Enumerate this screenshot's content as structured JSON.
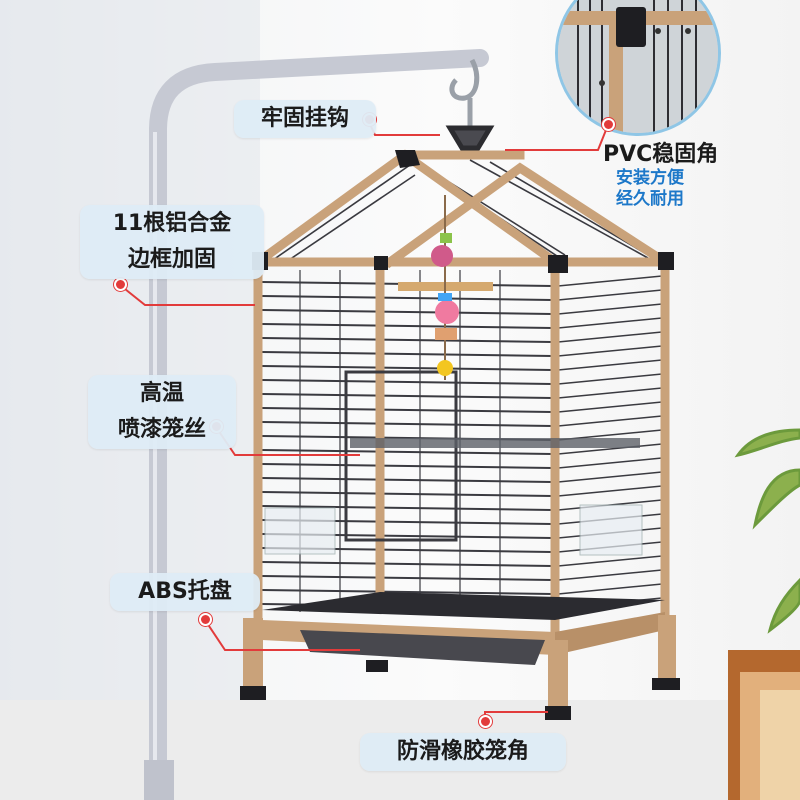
{
  "labels": {
    "hook": "牢固挂钩",
    "frame_line1": "11根铝合金",
    "frame_line2": "边框加固",
    "wire_line1": "高温",
    "wire_line2": "喷漆笼丝",
    "tray": "ABS托盘",
    "pvc": "PVC稳固角",
    "pvc_sub1": "安装方便",
    "pvc_sub2": "经久耐用",
    "feet": "防滑橡胶笼角"
  },
  "colors": {
    "frame": "#c9a27a",
    "wire": "#3a3a40",
    "pvc_corner": "#1e1e22",
    "callout_line": "#e23b3b",
    "label_bg": "#deecf6",
    "accent_text": "#1d78c9"
  }
}
